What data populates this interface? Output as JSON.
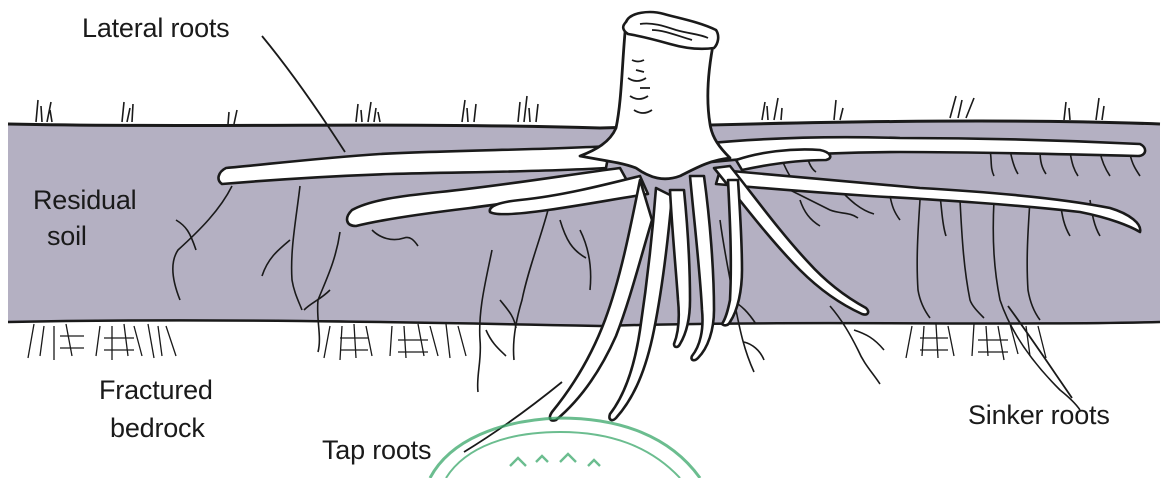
{
  "labels": {
    "lateral_roots": "Lateral roots",
    "residual_soil_line1": "Residual",
    "residual_soil_line2": "soil",
    "fractured_bedrock_line1": "Fractured",
    "fractured_bedrock_line2": "bedrock",
    "tap_roots": "Tap roots",
    "sinker_roots": "Sinker roots"
  },
  "colors": {
    "soil": "#b4b0c2",
    "ink": "#1a1a1a",
    "stump_fill": "#ffffff",
    "watermark": "#3aa76a"
  }
}
